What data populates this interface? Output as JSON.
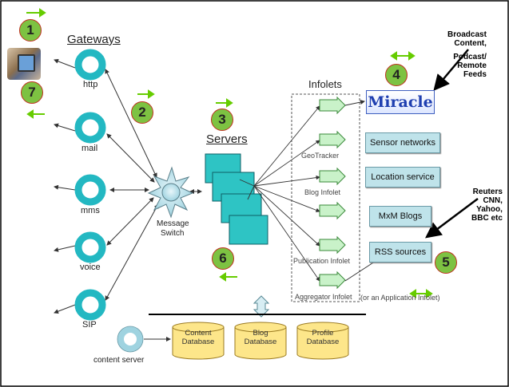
{
  "gateways": {
    "heading": "Gateways",
    "items": [
      "http",
      "mail",
      "mms",
      "voice",
      "SIP"
    ]
  },
  "switch": {
    "label_line1": "Message",
    "label_line2": "Switch"
  },
  "servers": {
    "heading": "Servers"
  },
  "infolets": {
    "heading": "Infolets",
    "labels": [
      "GeoTracker",
      "Blog Infolet",
      "Publication Infolet",
      "Aggregator Infolet"
    ],
    "application_note": "(or an Application Infolet)"
  },
  "sources": {
    "miracle_logo": "Miracle",
    "boxes": [
      "Sensor networks",
      "Location service",
      "MxM Blogs",
      "RSS sources"
    ]
  },
  "databases": [
    {
      "line1": "Content",
      "line2": "Database"
    },
    {
      "line1": "Blog",
      "line2": "Database"
    },
    {
      "line1": "Profile",
      "line2": "Database"
    }
  ],
  "content_server": "content server",
  "side_notes": {
    "top": [
      "Broadcast",
      "Content,",
      "Podcast/",
      "Remote",
      "Feeds"
    ],
    "bottom": [
      "Reuters",
      "CNN,",
      "Yahoo,",
      "BBC etc"
    ]
  },
  "steps": [
    "1",
    "2",
    "3",
    "4",
    "5",
    "6",
    "7"
  ],
  "colors": {
    "step_fill": "#7dc242",
    "step_border": "#c03020",
    "gateway_ring": "#23b8c2",
    "server_fill": "#2ec4c4",
    "infolet_fill": "#c9f2c9",
    "source_box": "#bfe3ea",
    "database_fill": "#fde68a",
    "arrow_green": "#66cc00"
  },
  "icons": [
    "phone-photo",
    "message-switch-star",
    "up-down-arrow",
    "green-arrows"
  ]
}
